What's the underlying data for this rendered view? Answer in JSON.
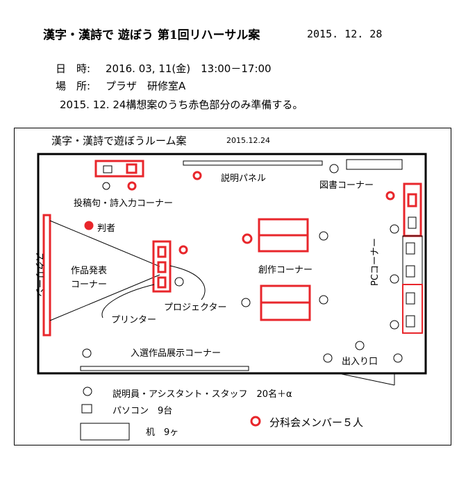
{
  "header": {
    "title": "漢字・漢詩で 遊ぼう 第1回リハーサル案",
    "date": "2015. 12. 28",
    "datetime_label": "日　時:",
    "datetime_value": "2016. 03, 11(金)　13:00－17:00",
    "place_label": "場　所:",
    "place_value": "プラザ　研修室A",
    "note": "2015. 12. 24構想案のうち赤色部分のみ準備する。"
  },
  "plan": {
    "title": "漢字・漢詩で遊ぼうルーム案",
    "date": "2015.12.24",
    "labels": {
      "panel": "説明パネル",
      "library": "図書コーナー",
      "submit": "投稿句・詩入力コーナー",
      "judge": "判者",
      "screen": "スクリーン",
      "present": "作品発表\nコーナー",
      "creation": "創作コーナー",
      "pc": "PCコーナー",
      "printer": "プリンター",
      "projector": "プロジェクター",
      "exhibit": "入選作品展示コーナー",
      "exit": "出入り口"
    }
  },
  "legend": {
    "staff": "説明員・アシスタント・スタッフ　20名＋α",
    "pc": "パソコン　9台",
    "desk": "机　9ヶ",
    "members": "分科会メンバー５人"
  },
  "colors": {
    "red": "#e8262b",
    "black": "#000000"
  }
}
